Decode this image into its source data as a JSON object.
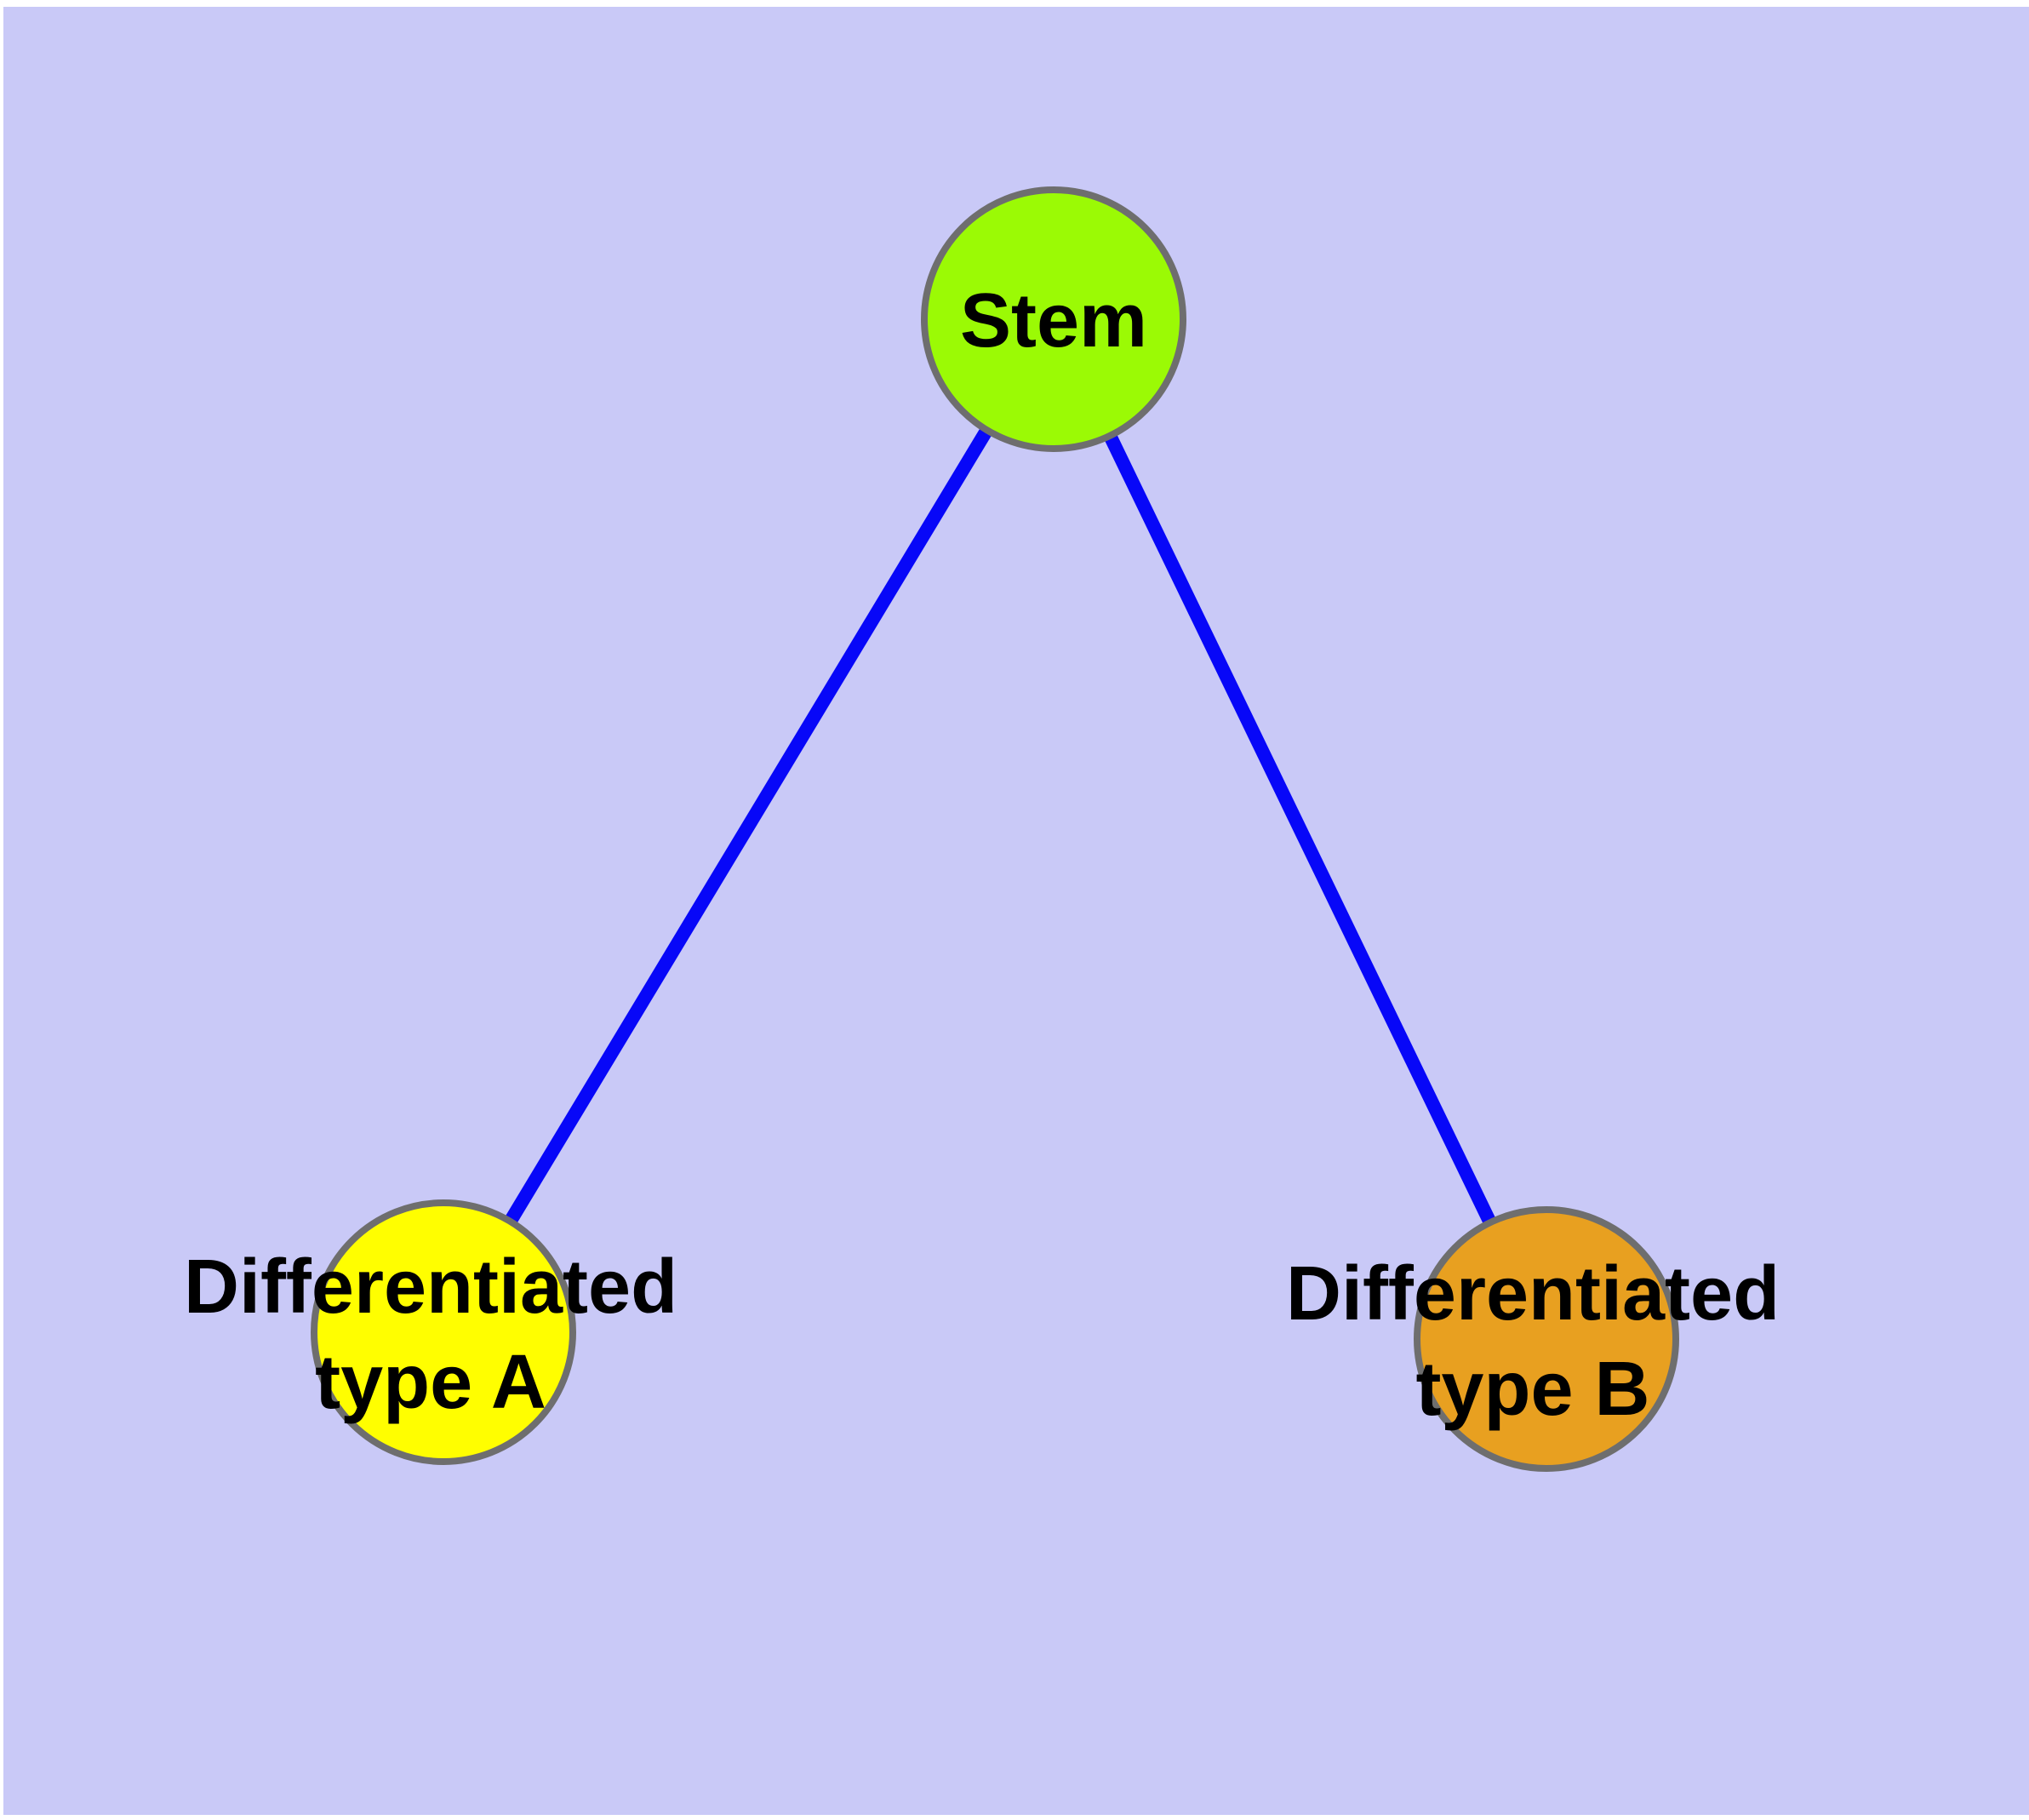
{
  "diagram": {
    "colors": {
      "page_background": "#FFFFFF",
      "canvas_background": "#C9C9F7",
      "edge": "#0707F8",
      "node_border": "#6E6E6E",
      "label_text": "#000000"
    },
    "nodes": {
      "stem": {
        "label": "Stem",
        "fill": "#9BFA05"
      },
      "type_a": {
        "label": "Differentiated\ntype A",
        "fill": "#FFFE00"
      },
      "type_b": {
        "label": "Differentiated\ntype B",
        "fill": "#E8A020"
      }
    },
    "edges": [
      {
        "from": "Stem",
        "to": "Differentiated type A"
      },
      {
        "from": "Stem",
        "to": "Differentiated type B"
      }
    ]
  }
}
